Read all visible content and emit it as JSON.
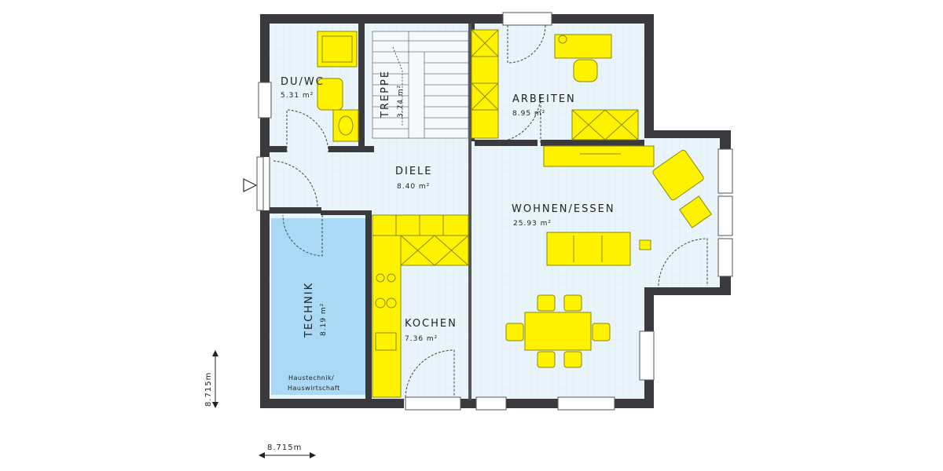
{
  "rooms": {
    "du_wc": {
      "name": "DU/WC",
      "area": "5.31 m²"
    },
    "treppe": {
      "name": "TREPPE",
      "area": "3.74 m²"
    },
    "arbeiten": {
      "name": "ARBEITEN",
      "area": "8.95 m²"
    },
    "diele": {
      "name": "DIELE",
      "area": "8.40 m²"
    },
    "wohnen_essen": {
      "name": "WOHNEN/ESSEN",
      "area": "25.93 m²"
    },
    "technik": {
      "name": "TECHNIK",
      "area": "8.19 m²",
      "sub1": "Haustechnik/",
      "sub2": "Hauswirtschaft"
    },
    "kochen": {
      "name": "KOCHEN",
      "area": "7.36 m²"
    }
  },
  "dimensions": {
    "width": "8.715m",
    "depth": "8.715m"
  },
  "colors": {
    "wall": "#3a3a3e",
    "floor": "#e9f4fb",
    "furniture": "#fff200",
    "technik_floor": "#a9d9f5"
  }
}
